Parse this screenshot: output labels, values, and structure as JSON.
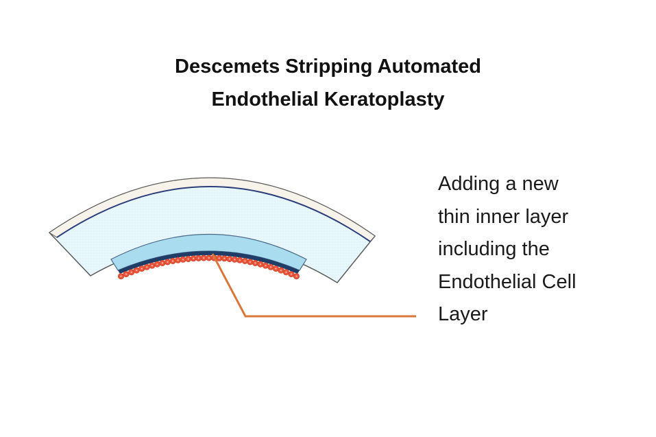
{
  "title": {
    "line1": "Descemets Stripping Automated",
    "line2": "Endothelial Keratoplasty"
  },
  "caption": {
    "lines": [
      "Adding a new",
      "thin inner layer",
      "including the",
      "Endothelial Cell",
      "Layer"
    ]
  },
  "colors": {
    "cornea_fill": "#e6f6fb",
    "cornea_outline": "#5a5a5a",
    "epithelium": "#f7f3ea",
    "inner_line": "#2c3e7a",
    "graft_fill": "#a9dcef",
    "graft_dark": "#1f3d66",
    "endothelial_cells": "#e8553a",
    "pointer_line": "#d9773a"
  }
}
